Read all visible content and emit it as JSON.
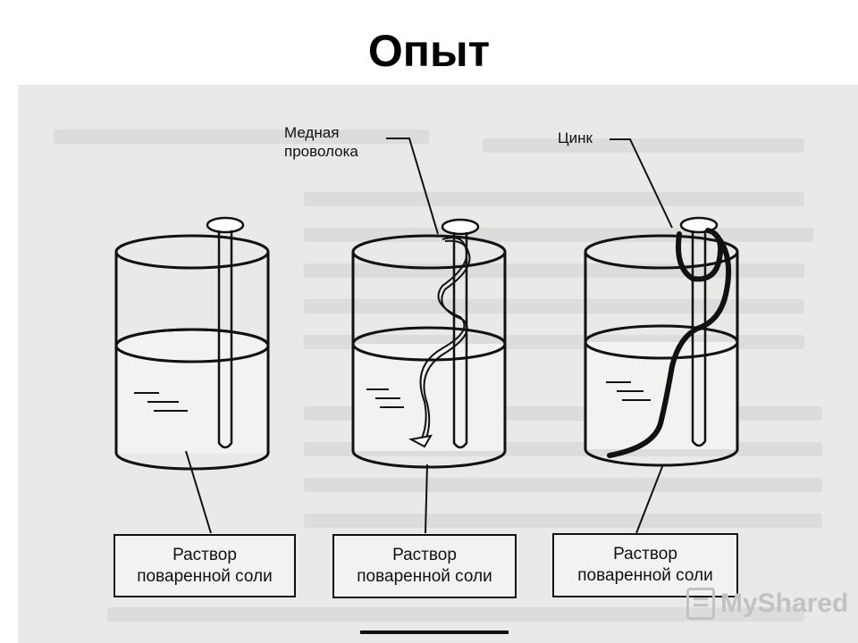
{
  "title": "Опыт",
  "labels": {
    "copper_line1": "Медная",
    "copper_line2": "проволока",
    "zinc": "Цинк"
  },
  "boxes": [
    {
      "line1": "Раствор",
      "line2": "поваренной соли"
    },
    {
      "line1": "Раствор",
      "line2": "поваренной соли"
    },
    {
      "line1": "Раствор",
      "line2": "поваренной соли"
    }
  ],
  "watermark": "MyShared",
  "colors": {
    "ink": "#111111",
    "paper": "#e9e9e7"
  }
}
